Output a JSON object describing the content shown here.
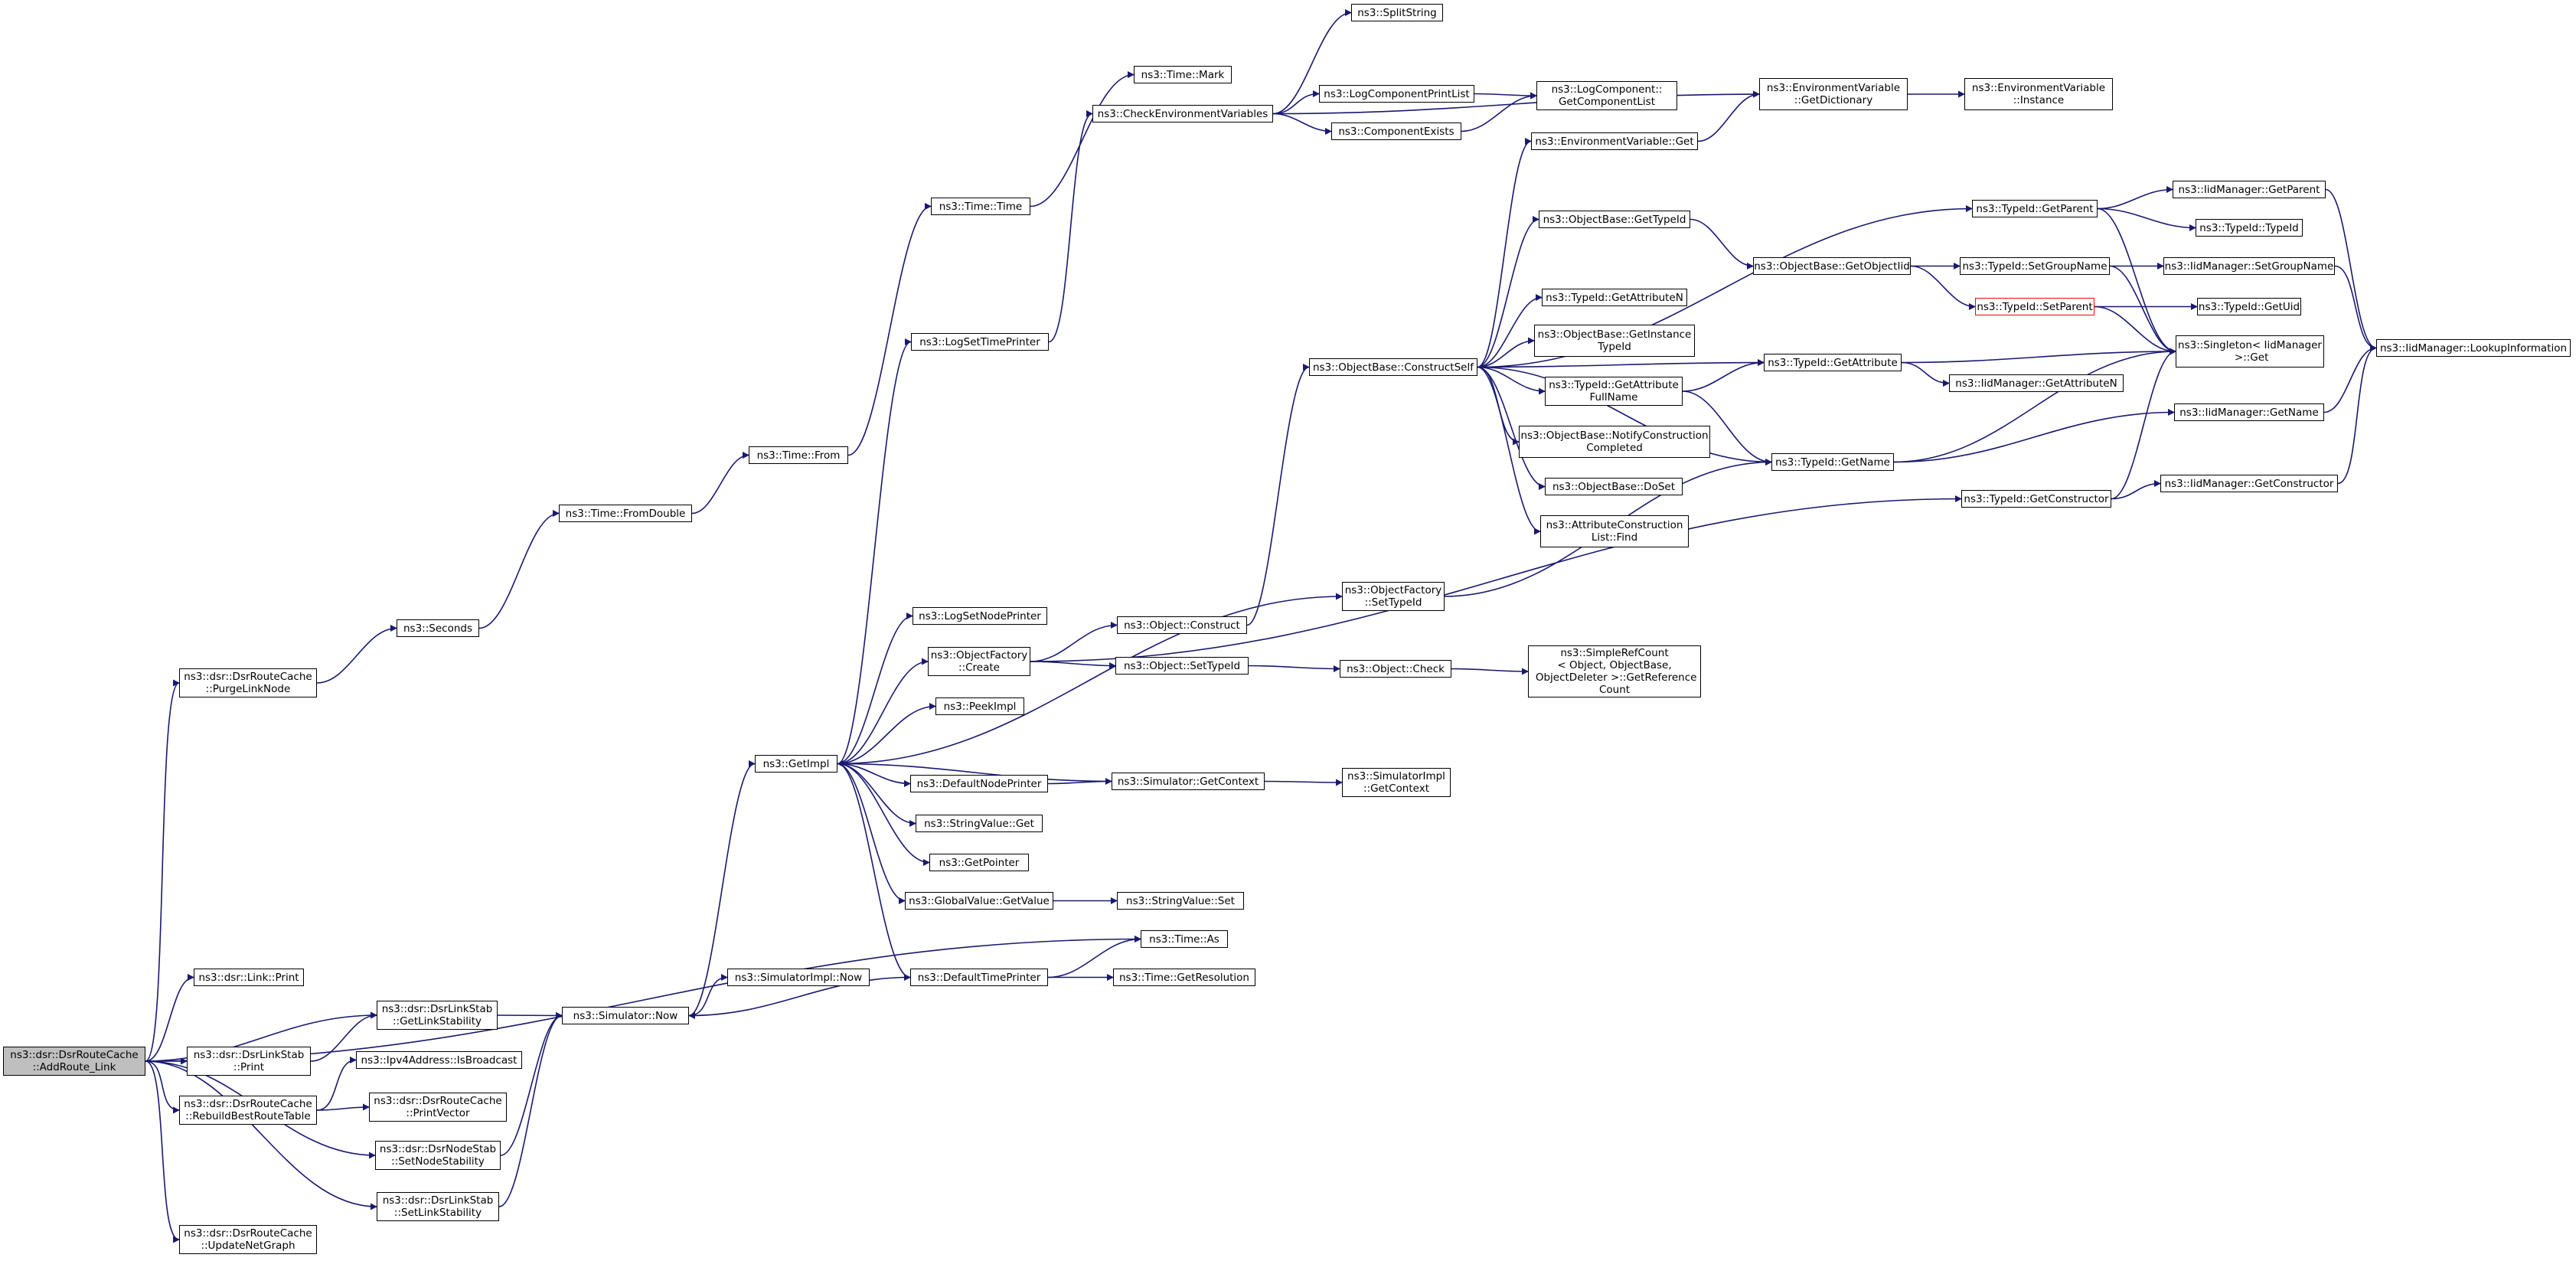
{
  "colors": {
    "edge": "#191970",
    "border": "#000000",
    "root_fill": "#bfbfbf",
    "highlight_border": "#ff0000",
    "background": "#ffffff"
  },
  "nodes": {
    "addroute": "ns3::dsr::DsrRouteCache\n::AddRoute_Link",
    "purge": "ns3::dsr::DsrRouteCache\n::PurgeLinkNode",
    "link_print": "ns3::dsr::Link::Print",
    "getlinkstab": "ns3::dsr::DsrLinkStab\n::GetLinkStability",
    "linkstab_print": "ns3::dsr::DsrLinkStab\n::Print",
    "rebuild": "ns3::dsr::DsrRouteCache\n::RebuildBestRouteTable",
    "setnodestab": "ns3::dsr::DsrNodeStab\n::SetNodeStability",
    "setlinkstab": "ns3::dsr::DsrLinkStab\n::SetLinkStability",
    "updatenet": "ns3::dsr::DsrRouteCache\n::UpdateNetGraph",
    "ipv4bcast": "ns3::Ipv4Address::IsBroadcast",
    "printvector": "ns3::dsr::DsrRouteCache\n::PrintVector",
    "seconds": "ns3::Seconds",
    "fromdouble": "ns3::Time::FromDouble",
    "from": "ns3::Time::From",
    "time_time": "ns3::Time::Time",
    "mark": "ns3::Time::Mark",
    "checkenv": "ns3::CheckEnvironmentVariables",
    "splitstring": "ns3::SplitString",
    "logcompprintlist": "ns3::LogComponentPrintList",
    "compexists": "ns3::ComponentExists",
    "getcomplist": "ns3::LogComponent::\nGetComponentList",
    "envgetdict": "ns3::EnvironmentVariable\n::GetDictionary",
    "envinstance": "ns3::EnvironmentVariable\n::Instance",
    "envget": "ns3::EnvironmentVariable::Get",
    "logsettime": "ns3::LogSetTimePrinter",
    "simnow": "ns3::Simulator::Now",
    "simimplnow": "ns3::SimulatorImpl::Now",
    "getimpl": "ns3::GetImpl",
    "logsetnode": "ns3::LogSetNodePrinter",
    "objfactcreate": "ns3::ObjectFactory\n::Create",
    "peekimpl": "ns3::PeekImpl",
    "defnodeprinter": "ns3::DefaultNodePrinter",
    "stringvalueget": "ns3::StringValue::Get",
    "getpointer": "ns3::GetPointer",
    "globalvalueget": "ns3::GlobalValue::GetValue",
    "deftimeprinter": "ns3::DefaultTimePrinter",
    "objconstruct": "ns3::Object::Construct",
    "objsettypeid": "ns3::Object::SetTypeId",
    "simgetcontext": "ns3::Simulator::GetContext",
    "stringvalueset": "ns3::StringValue::Set",
    "timeas": "ns3::Time::As",
    "timegetres": "ns3::Time::GetResolution",
    "objfactsettypeid": "ns3::ObjectFactory\n::SetTypeId",
    "objcheck": "ns3::Object::Check",
    "simimplgetctx": "ns3::SimulatorImpl\n::GetContext",
    "simplerefcount": "ns3::SimpleRefCount\n< Object, ObjectBase,\n ObjectDeleter >::GetReference\nCount",
    "constructself": "ns3::ObjectBase::ConstructSelf",
    "obgettypeid": "ns3::ObjectBase::GetTypeId",
    "tidgetattrn": "ns3::TypeId::GetAttributeN",
    "obgetinsttid": "ns3::ObjectBase::GetInstance\nTypeId",
    "tidgetattrfull": "ns3::TypeId::GetAttribute\nFullName",
    "obnotify": "ns3::ObjectBase::NotifyConstruction\nCompleted",
    "obdoset": "ns3::ObjectBase::DoSet",
    "attrconstfind": "ns3::AttributeConstruction\nList::Find",
    "obgetobjtid": "ns3::ObjectBase::GetObjectIid",
    "tidgetattr": "ns3::TypeId::GetAttribute",
    "tidgetname": "ns3::TypeId::GetName",
    "tidgetparent": "ns3::TypeId::GetParent",
    "tidsetgroup": "ns3::TypeId::SetGroupName",
    "tidsetparent": "ns3::TypeId::SetParent",
    "tidgetconstructor": "ns3::TypeId::GetConstructor",
    "iidgetparent": "ns3::IidManager::GetParent",
    "tidtypeid": "ns3::TypeId::TypeId",
    "iidsetgroup": "ns3::IidManager::SetGroupName",
    "tidgetuid": "ns3::TypeId::GetUid",
    "singletonget": "ns3::Singleton< IidManager\n >::Get",
    "iidgetattrn": "ns3::IidManager::GetAttributeN",
    "iidgetname": "ns3::IidManager::GetName",
    "iidgetconstructor": "ns3::IidManager::GetConstructor",
    "iidlookup": "ns3::IidManager::LookupInformation"
  }
}
